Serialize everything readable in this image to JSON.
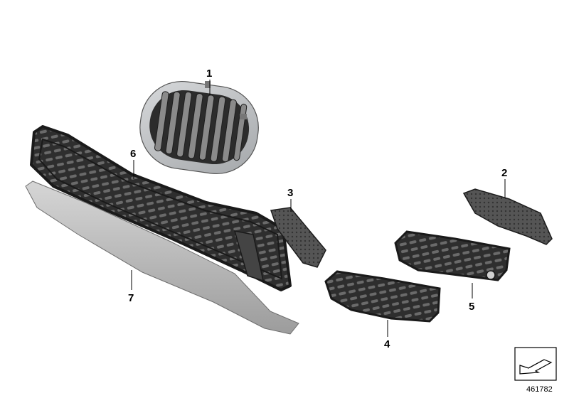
{
  "parts": [
    {
      "id": "grille",
      "callout": "1"
    },
    {
      "id": "side-cover",
      "callout": "2"
    },
    {
      "id": "bracket",
      "callout": "3"
    },
    {
      "id": "left-vent-grid",
      "callout": "4"
    },
    {
      "id": "right-vent-grid",
      "callout": "5"
    },
    {
      "id": "lower-center-grid",
      "callout": "6"
    },
    {
      "id": "trim-strip",
      "callout": "7"
    }
  ],
  "reference_number": "461782",
  "icons": {
    "nav": "return-arrow-icon"
  },
  "colors": {
    "dark_part": "#3a3a3a",
    "light_part": "#c4c4c4",
    "frame": "#b0b3b6"
  }
}
